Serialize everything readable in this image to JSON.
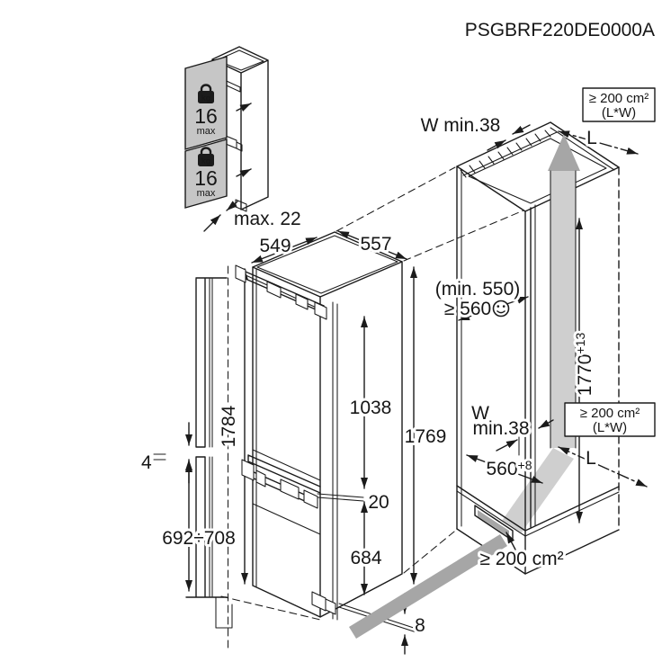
{
  "title": "PSGBRF220DE0000A",
  "colors": {
    "line": "#1b1b1b",
    "panel_gray": "#c6c6c6",
    "airflow_light": "#cfcfcf",
    "airflow_dark": "#a6a6a6"
  },
  "transport": {
    "upper_door_load": {
      "icon": "kg",
      "value": "16",
      "unit": "max"
    },
    "lower_door_load": {
      "icon": "kg",
      "value": "16",
      "unit": "max"
    },
    "max_panel_thickness": "max. 22"
  },
  "panel_alignment": {
    "gap": "4",
    "lower_panel_height": "692÷708"
  },
  "appliance_dims": {
    "top_depth": "549",
    "top_width": "557",
    "panel_total_height": "1784",
    "upper_door_height": "1038",
    "appliance_height": "1769",
    "mid_gap": "20",
    "lower_door_height": "684",
    "bottom_gap": "8"
  },
  "niche_dims": {
    "wall_top": "W min.38",
    "wall_mid_line1": "W",
    "wall_mid_line2": "min.38",
    "vent_top_line1": "≥ 200 cm²",
    "vent_top_line2": "(L*W)",
    "vent_mid_line1": "≥ 200 cm²",
    "vent_mid_line2": "(L*W)",
    "vent_bottom": "≥ 200 cm²",
    "length_top": "L",
    "length_bottom": "L",
    "depth_note": "(min. 550)",
    "depth_required": "≥ 560",
    "height_value": "1770",
    "height_tolerance": "+13",
    "depth_value": "560",
    "depth_tolerance": "+8"
  }
}
